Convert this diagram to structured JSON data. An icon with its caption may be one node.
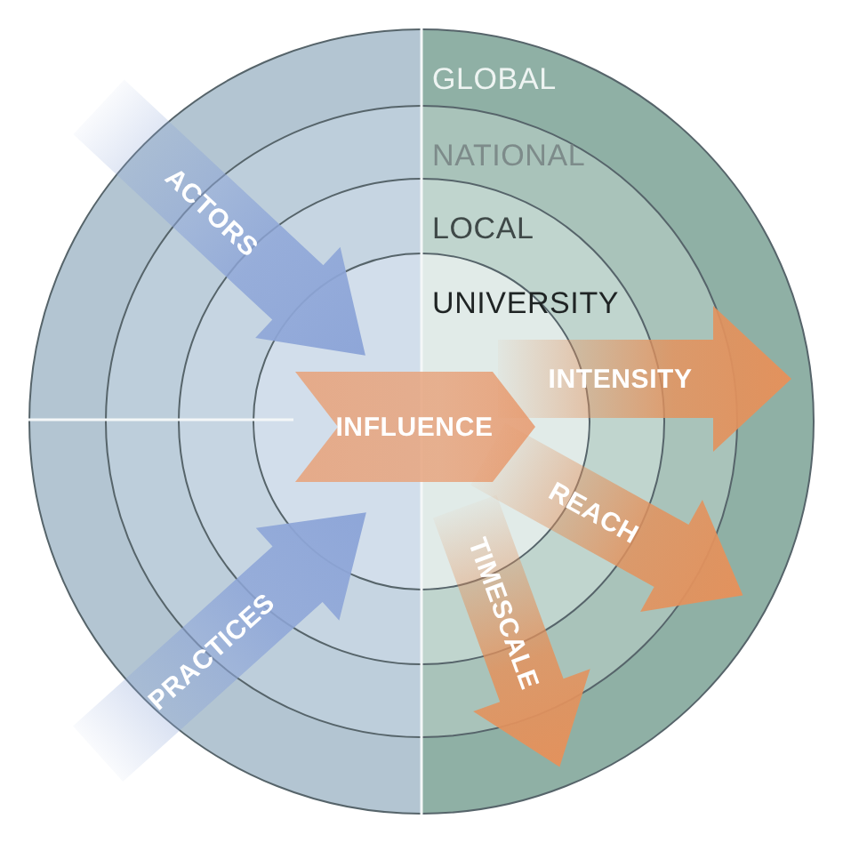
{
  "diagram": {
    "nodes": [
      {
        "text": [
          "GLOBAL"
        ]
      },
      {
        "text": [
          "NATIONAL"
        ],
        "in": 0
      },
      {
        "text": [
          "LOCAL"
        ],
        "in": 1
      },
      {
        "text": [
          "UNIVERSITY"
        ],
        "in": 2
      },
      {
        "text": [
          "ACTORS"
        ],
        "in": 0
      },
      {
        "text": [
          "PRACTICES"
        ],
        "in": 0
      },
      {
        "text": [
          "INFLUENCE"
        ],
        "in": 3
      },
      {
        "text": [
          "INTENSITY"
        ],
        "in": 0
      },
      {
        "text": [
          "REACH"
        ],
        "in": 1
      },
      {
        "text": [
          "TIMESCALE"
        ],
        "in": 0
      }
    ]
  }
}
